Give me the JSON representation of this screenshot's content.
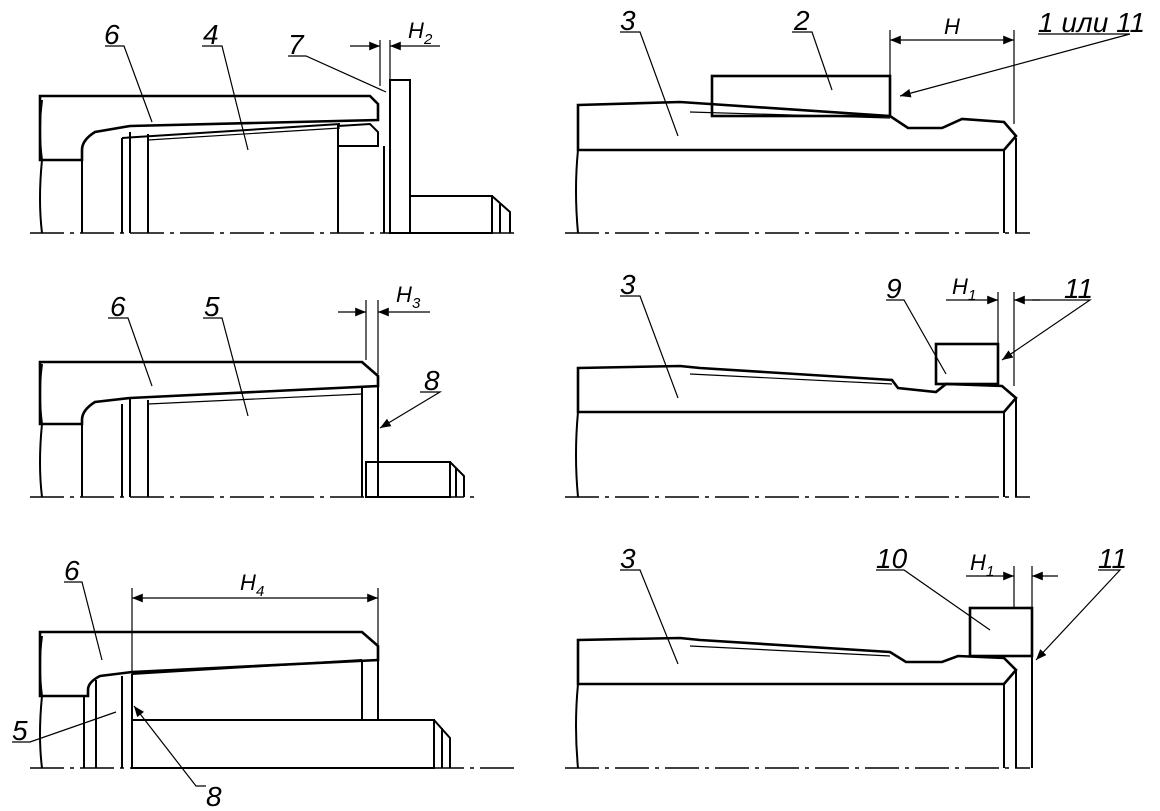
{
  "labels": {
    "a1": {
      "n6": "6",
      "n4": "4",
      "n7": "7",
      "h": "H",
      "hsub": "2"
    },
    "a2": {
      "n6": "6",
      "n5": "5",
      "n8": "8",
      "h": "H",
      "hsub": "3"
    },
    "a3": {
      "n6": "6",
      "n5": "5",
      "n8": "8",
      "h": "H",
      "hsub": "4"
    },
    "b1": {
      "n3": "3",
      "n2": "2",
      "n1": "1 или 11",
      "h": "H"
    },
    "b2": {
      "n3": "3",
      "n9": "9",
      "n11": "11",
      "h": "H",
      "hsub": "1"
    },
    "b3": {
      "n3": "3",
      "n10": "10",
      "n11": "11",
      "h": "H",
      "hsub": "1"
    }
  }
}
